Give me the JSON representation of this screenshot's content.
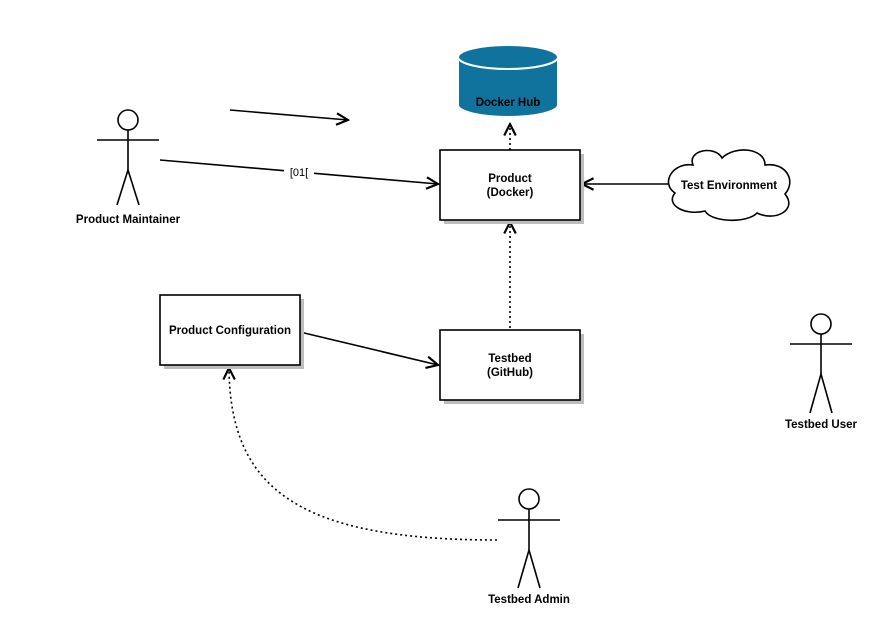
{
  "diagram": {
    "nodes": {
      "docker_hub": {
        "label": "Docker Hub",
        "fill": "#10739E",
        "stroke": "#ffffff",
        "shape": "cylinder"
      },
      "product": {
        "label_line1": "Product",
        "label_line2": "(Docker)",
        "shape": "rectangle-shadow"
      },
      "testbed": {
        "label_line1": "Testbed",
        "label_line2": "(GitHub)",
        "shape": "rectangle-shadow"
      },
      "product_configuration": {
        "label": "Product Configuration",
        "shape": "rectangle-shadow"
      },
      "test_environment": {
        "label": "Test Environment",
        "shape": "cloud"
      }
    },
    "actors": {
      "product_maintainer": {
        "label": "Product Maintainer"
      },
      "testbed_user": {
        "label": "Testbed User"
      },
      "testbed_admin": {
        "label": "Testbed Admin"
      }
    },
    "edges": [
      {
        "from": "product_maintainer",
        "to": "product",
        "style": "solid",
        "label": "[01["
      },
      {
        "from": "",
        "to": "",
        "style": "solid",
        "label": ""
      },
      {
        "from": "product",
        "to": "docker_hub",
        "style": "dotted",
        "label": ""
      },
      {
        "from": "test_environment",
        "to": "product",
        "style": "solid",
        "label": ""
      },
      {
        "from": "testbed",
        "to": "product",
        "style": "dotted",
        "label": ""
      },
      {
        "from": "product_configuration",
        "to": "testbed",
        "style": "solid",
        "label": ""
      },
      {
        "from": "testbed_admin",
        "to": "product_configuration",
        "style": "dotted",
        "label": ""
      }
    ],
    "colors": {
      "line": "#000000",
      "shadow": "#bdbdbd",
      "accent": "#10739E"
    }
  }
}
